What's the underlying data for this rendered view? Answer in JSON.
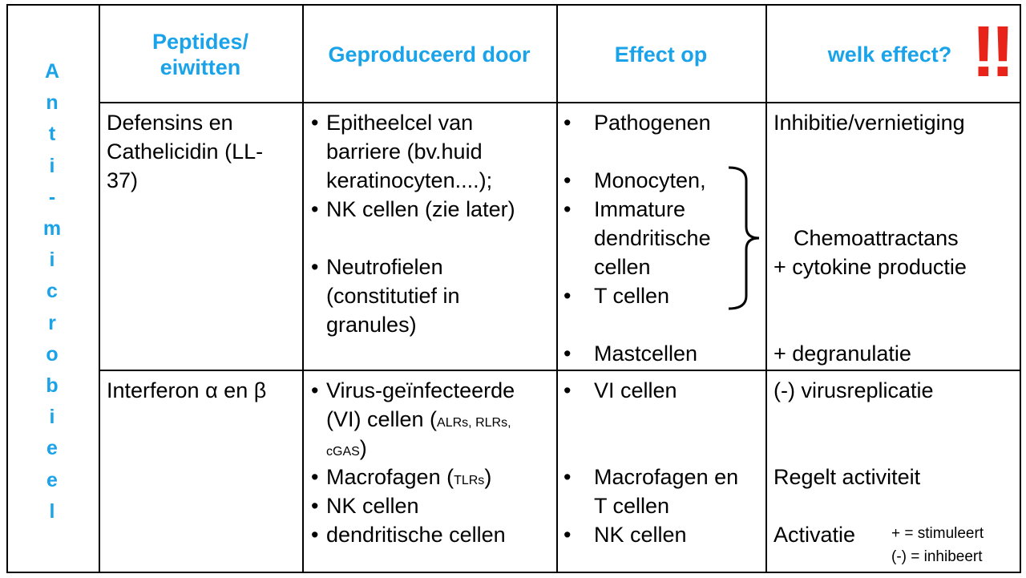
{
  "side_label": [
    "A",
    "n",
    "t",
    "i",
    "-",
    "m",
    "i",
    "c",
    "r",
    "o",
    "b",
    "i",
    "e",
    "e",
    "l"
  ],
  "headers": {
    "col1": [
      "Peptides/",
      "eiwitten"
    ],
    "col2": "Geproduceerd door",
    "col3": "Effect op",
    "col4": "welk effect?"
  },
  "exclamation": "!!",
  "row1": {
    "col1": [
      "Defensins en",
      "Cathelicidin (LL-",
      "37)"
    ],
    "col2": {
      "b1": [
        "Epitheelcel van",
        "barriere (bv.huid",
        "keratinocyten....);"
      ],
      "b2": "NK cellen (zie later)",
      "b3": [
        "Neutrofielen",
        "(constitutief in",
        "granules)"
      ]
    },
    "col3": {
      "pathogenen": "Pathogenen",
      "monocyten": "Monocyten,",
      "immature": [
        "Immature",
        "dendritische",
        "cellen"
      ],
      "tcellen": "T cellen",
      "mastcellen": "Mastcellen"
    },
    "col4": {
      "inhibitie": "Inhibitie/vernietiging",
      "chemo1": "Chemoattractans",
      "chemo2": "+ cytokine productie",
      "degranulatie": "+ degranulatie"
    }
  },
  "row2": {
    "col1": "Interferon α en β",
    "col2": {
      "b1_line1": "Virus-geïnfecteerde",
      "b1_line2": "(VI) cellen (",
      "b1_small1": "ALRs, RLRs,",
      "b1_small2": "cGAS",
      "b1_close": ")",
      "b2": "Macrofagen (",
      "b2_small": "TLRs",
      "b2_close": ")",
      "b3": "NK cellen",
      "b4": "dendritische cellen"
    },
    "col3": {
      "vi": "VI cellen",
      "macro": [
        "Macrofagen en",
        "T cellen"
      ],
      "nk": "NK cellen"
    },
    "col4": {
      "virus": "(-) virusreplicatie",
      "regelt": "Regelt activiteit",
      "activatie": "Activatie"
    }
  },
  "legend": {
    "stimuleert": "+ = stimuleert",
    "inhibeert": "(-) = inhibeert"
  },
  "bullet_dot": "•"
}
